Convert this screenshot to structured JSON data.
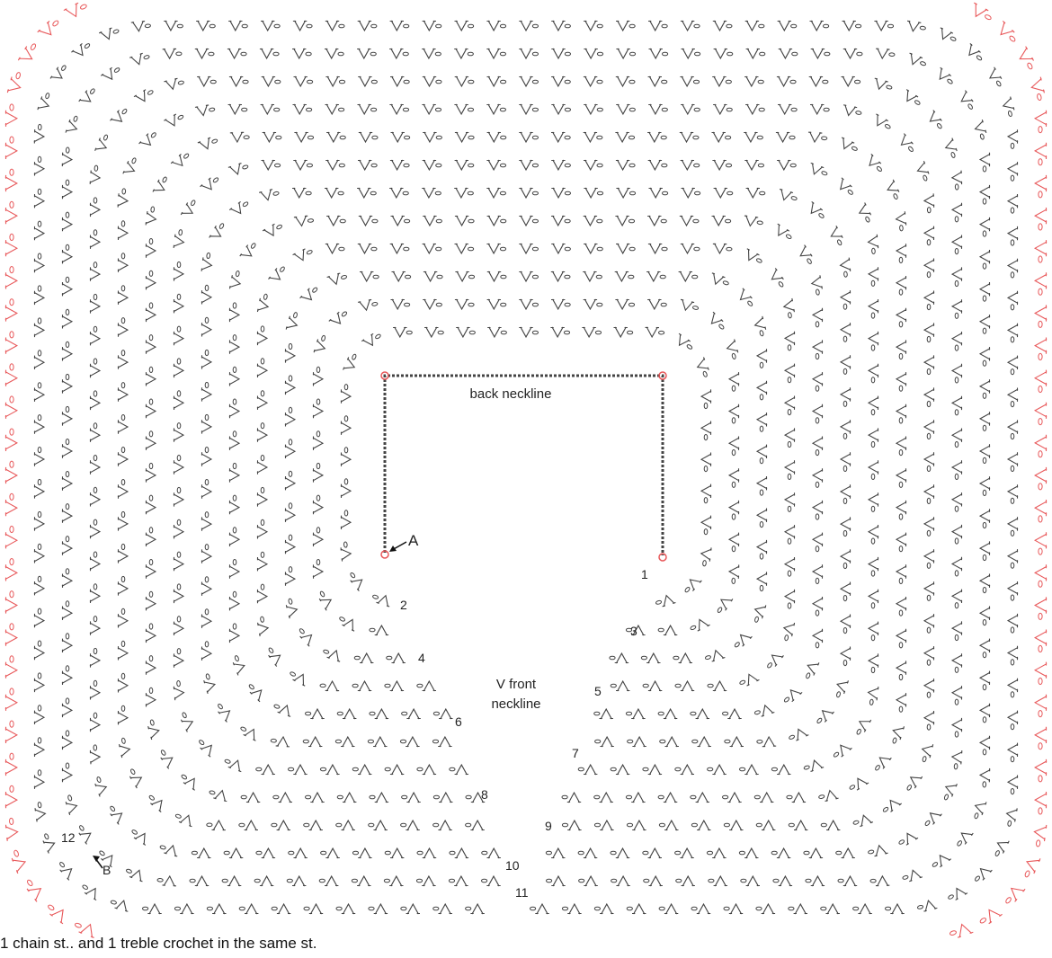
{
  "labels": {
    "back_neckline": "back neckline",
    "front_neckline_line1": "V front",
    "front_neckline_line2": "neckline",
    "marker_a": "A",
    "marker_b": "B"
  },
  "row_numbers": [
    "1",
    "2",
    "3",
    "4",
    "5",
    "6",
    "7",
    "8",
    "9",
    "10",
    "11",
    "12"
  ],
  "caption": "1 chain st.. and 1 treble crochet in the same st.",
  "colors": {
    "stitch": "#444444",
    "border": "#e8585a",
    "text": "#222222"
  }
}
